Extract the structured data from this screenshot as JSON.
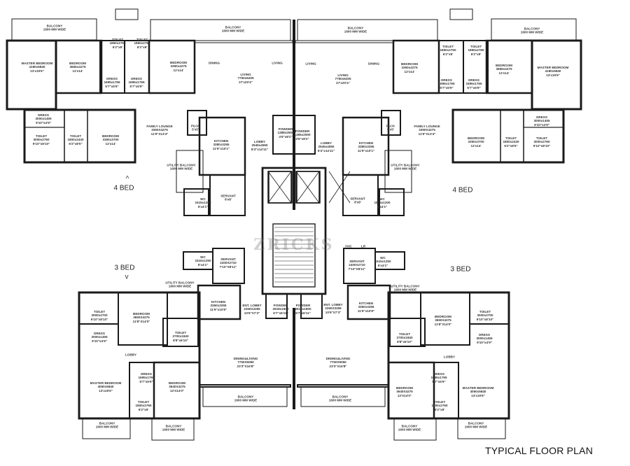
{
  "title": "TYPICAL FLOOR PLAN",
  "watermark": "ZRICKS",
  "units": {
    "top_left": "4 BED",
    "top_right": "4 BED",
    "bottom_left": "3 BED",
    "bottom_right": "3 BED"
  },
  "rooms": [
    {
      "name": "BALCONY",
      "dim": "1600 MM WIDE"
    },
    {
      "name": "TOILET",
      "dim": "1850x2760",
      "size": "6'2\"x9'"
    },
    {
      "name": "TOILET",
      "dim": "1850x2760",
      "size": "6'2\"x9'"
    },
    {
      "name": "MASTER BEDROOM",
      "dim": "4180x5840",
      "size": "13'x19'6\""
    },
    {
      "name": "BEDROOM",
      "dim": "3655x4275",
      "size": "12'x14'"
    },
    {
      "name": "BEDROOM",
      "dim": "3350x4275",
      "size": "12'x14'"
    },
    {
      "name": "DRESS",
      "dim": "1695x1765",
      "size": "5'7\"x5'9\""
    },
    {
      "name": "DRESS",
      "dim": "1695x1765",
      "size": "5'7\"x5'9\""
    },
    {
      "name": "BALCONY",
      "dim": "1600 MM WIDE"
    },
    {
      "name": "DINING"
    },
    {
      "name": "LIVING"
    },
    {
      "name": "LIVING",
      "dim": "7750x6205",
      "size": "27'x20'4\""
    },
    {
      "name": "DRESS",
      "dim": "3000x1455",
      "size": "9'10\"x4'9\""
    },
    {
      "name": "TOILET",
      "dim": "3000x2760",
      "size": "9'10\"x8'10\""
    },
    {
      "name": "TOILET",
      "dim": "1800x2430",
      "size": "6'2\"x8'5\""
    },
    {
      "name": "BEDROOM",
      "dim": "3350x3700",
      "size": "12'x14'"
    },
    {
      "name": "FAMILY LOUNGE",
      "dim": "3350X4275",
      "size": "11'9\"X13'4\""
    },
    {
      "name": "PUJA",
      "size": "5'x5'"
    },
    {
      "name": "KITCHEN",
      "dim": "3380x3255",
      "size": "11'9\"x10'1\""
    },
    {
      "name": "LOBBY",
      "dim": "2545x4550",
      "size": "8'4\"x14'11\""
    },
    {
      "name": "POWDER",
      "dim": "1388x2500",
      "size": "4'6\"x8'2\""
    },
    {
      "name": "UTILITY BALCONY",
      "dim": "1600 MM WIDE"
    },
    {
      "name": "SERVANT",
      "size": "8'x8'"
    },
    {
      "name": "WC",
      "dim": "1515x1200",
      "size": "5'x4'1\""
    },
    {
      "name": "BALCONY",
      "dim": "1600 MM WIDE"
    },
    {
      "name": "LIVING"
    },
    {
      "name": "DINING"
    },
    {
      "name": "LIVING",
      "dim": "7750x6205",
      "size": "27'x20'4\""
    },
    {
      "name": "BEDROOM",
      "dim": "3350x4275",
      "size": "12'x14'"
    },
    {
      "name": "TOILET",
      "dim": "1850x2760",
      "size": "6'2\"x9'"
    },
    {
      "name": "TOILET",
      "dim": "1850x2760",
      "size": "6'2\"x9'"
    },
    {
      "name": "DRESS",
      "dim": "1695x1765",
      "size": "5'7\"x5'9\""
    },
    {
      "name": "DRESS",
      "dim": "1695x1765",
      "size": "5'7\"x5'9\""
    },
    {
      "name": "BEDROOM",
      "dim": "3655x4275",
      "size": "12'x14'"
    },
    {
      "name": "MASTER BEDROOM",
      "dim": "4180x5840",
      "size": "13'x19'6\""
    },
    {
      "name": "BALCONY",
      "dim": "1600 MM WIDE"
    },
    {
      "name": "POWDER",
      "dim": "1365x2500",
      "size": "4'6\"x8'2\""
    },
    {
      "name": "LOBBY",
      "dim": "2545x4550",
      "size": "8'4\"x14'11\""
    },
    {
      "name": "KITCHEN",
      "dim": "3380x3255",
      "size": "11'9\"x10'1\""
    },
    {
      "name": "PUJA",
      "size": "5'x5'"
    },
    {
      "name": "FAMILY LOUNGE",
      "dim": "3350X4275",
      "size": "11'9\"X13'4\""
    },
    {
      "name": "BEDROOM",
      "dim": "3350x3700",
      "size": "12'x14'"
    },
    {
      "name": "TOILET",
      "dim": "1800x2430",
      "size": "6'2\"x8'5\""
    },
    {
      "name": "DRESS",
      "dim": "3000x1455",
      "size": "9'10\"x4'9\""
    },
    {
      "name": "TOILET",
      "dim": "3000x2760",
      "size": "9'10\"x8'10\""
    },
    {
      "name": "UTILITY BALCONY",
      "dim": "1600 MM WIDE"
    },
    {
      "name": "SERVANT",
      "size": "8'x8'"
    },
    {
      "name": "WC",
      "dim": "1515x1200",
      "size": "5'x4'1\""
    },
    {
      "name": "WC",
      "dim": "1515x1250",
      "size": "5'x4'1\""
    },
    {
      "name": "SERVANT",
      "dim": "2400X2710",
      "size": "7'10\"X8'11\""
    },
    {
      "name": "UTILITY BALCONY",
      "dim": "1600 MM WIDE"
    },
    {
      "name": "KITCHEN",
      "dim": "3360x3255",
      "size": "11'9\"x10'8\""
    },
    {
      "name": "ENT. LOBBY",
      "dim": "2260X3255",
      "size": "10'6\"X7'3\""
    },
    {
      "name": "POWDER",
      "dim": "2918x1800",
      "size": "6'7\"x6'11\""
    },
    {
      "name": "POWDER",
      "dim": "2918x1800",
      "size": "6'7\"x6'11\""
    },
    {
      "name": "TOILET",
      "dim": "3000x2700",
      "size": "9'10\"x8'10\""
    },
    {
      "name": "BEDROOM",
      "dim": "3650X4275",
      "size": "11'8\"X14'0\""
    },
    {
      "name": "DRESS",
      "dim": "3000x1455",
      "size": "9'10\"x4'9\""
    },
    {
      "name": "TOILET",
      "dim": "2700x1840",
      "size": "8'8\"x6'10\""
    },
    {
      "name": "LOBBY"
    },
    {
      "name": "DINING&LIVING",
      "dim": "7750X5050",
      "size": "23'3\"X16'8\""
    },
    {
      "name": "DRESS",
      "dim": "1695x1765",
      "size": "5'7\"x5'9\""
    },
    {
      "name": "MASTER BEDROOM",
      "dim": "4050x5840",
      "size": "13'x19'6\""
    },
    {
      "name": "BEDROOM",
      "dim": "3640X4275",
      "size": "12'X14'0\""
    },
    {
      "name": "TOILET",
      "dim": "1800x2760",
      "size": "6'2\"x9'"
    },
    {
      "name": "BALCONY",
      "dim": "1600 MM WIDE"
    },
    {
      "name": "BALCONY",
      "dim": "1600 MM WIDE"
    },
    {
      "name": "BALCONY",
      "dim": "1600 MM WIDE"
    },
    {
      "name": "FHC"
    },
    {
      "name": "LR"
    },
    {
      "name": "SERVANT",
      "dim": "2400X2710",
      "size": "7'10\"X8'11\""
    },
    {
      "name": "WC",
      "dim": "1515x1250",
      "size": "5'x4'1\""
    },
    {
      "name": "UTILITY BALCONY",
      "dim": "1600 MM WIDE"
    },
    {
      "name": "ENT. LOBBY",
      "dim": "2260X3255",
      "size": "10'6\"X7'3\""
    },
    {
      "name": "KITCHEN",
      "dim": "3360x3255",
      "size": "11'9\"x10'8\""
    },
    {
      "name": "BEDROOM",
      "dim": "3650X4275",
      "size": "11'8\"X14'0\""
    },
    {
      "name": "TOILET",
      "dim": "3000x2700",
      "size": "9'10\"x8'10\""
    },
    {
      "name": "DRESS",
      "dim": "3000x1455",
      "size": "9'10\"x4'9\""
    },
    {
      "name": "TOILET",
      "dim": "2700x1840",
      "size": "8'8\"x6'10\""
    },
    {
      "name": "LOBBY"
    },
    {
      "name": "DINING&LIVING",
      "dim": "7750X5050",
      "size": "23'3\"X16'8\""
    },
    {
      "name": "DRESS",
      "dim": "1695x1765",
      "size": "5'7\"x5'9\""
    },
    {
      "name": "BEDROOM",
      "dim": "3640X4275",
      "size": "12'X14'0\""
    },
    {
      "name": "MASTER BEDROOM",
      "dim": "4050x5840",
      "size": "13'x19'6\""
    },
    {
      "name": "TOILET",
      "dim": "1800x2760",
      "size": "6'2\"x9'"
    },
    {
      "name": "BALCONY",
      "dim": "1600 MM WIDE"
    },
    {
      "name": "BALCONY",
      "dim": "1600 MM WIDE"
    },
    {
      "name": "BALCONY",
      "dim": "1600 MM WIDE"
    }
  ]
}
